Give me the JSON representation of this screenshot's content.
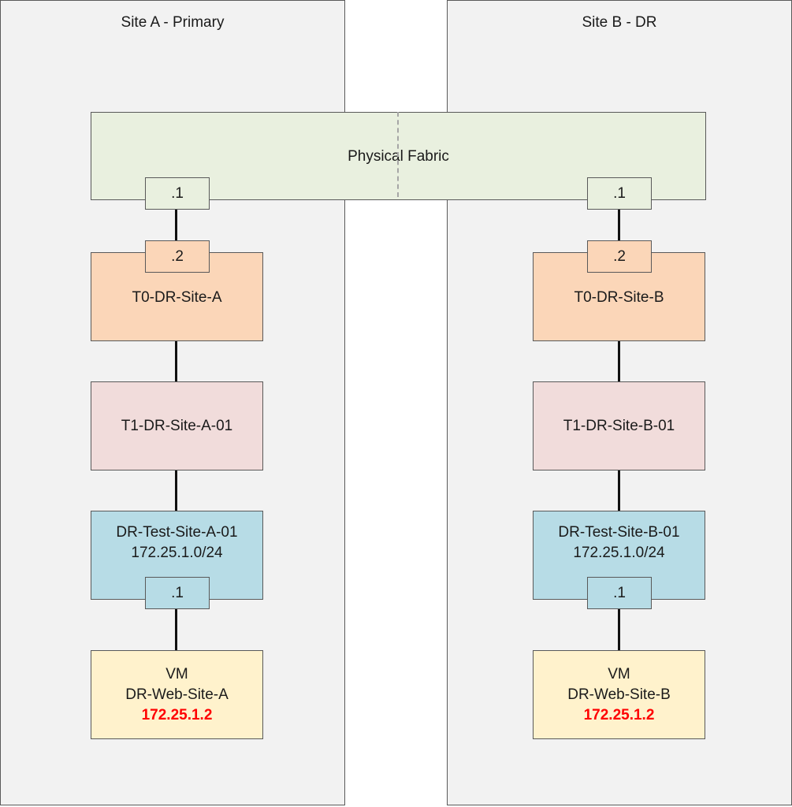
{
  "sites": [
    {
      "title": "Site A - Primary",
      "fabric_port": ".1",
      "t0": {
        "port": ".2",
        "name": "T0-DR-Site-A"
      },
      "t1": {
        "name": "T1-DR-Site-A-01"
      },
      "segment": {
        "name": "DR-Test-Site-A-01",
        "subnet": "172.25.1.0/24",
        "port": ".1"
      },
      "vm": {
        "label": "VM",
        "name": "DR-Web-Site-A",
        "ip": "172.25.1.2"
      }
    },
    {
      "title": "Site B - DR",
      "fabric_port": ".1",
      "t0": {
        "port": ".2",
        "name": "T0-DR-Site-B"
      },
      "t1": {
        "name": "T1-DR-Site-B-01"
      },
      "segment": {
        "name": "DR-Test-Site-B-01",
        "subnet": "172.25.1.0/24",
        "port": ".1"
      },
      "vm": {
        "label": "VM",
        "name": "DR-Web-Site-B",
        "ip": "172.25.1.2"
      }
    }
  ],
  "fabric": {
    "label": "Physical Fabric"
  },
  "colors": {
    "fabric": "#e9f0df",
    "t0": "#fbd6b8",
    "t1": "#f1dcdb",
    "segment": "#b7dce6",
    "vm": "#fff2cc",
    "vm_ip": "#ff0000"
  }
}
